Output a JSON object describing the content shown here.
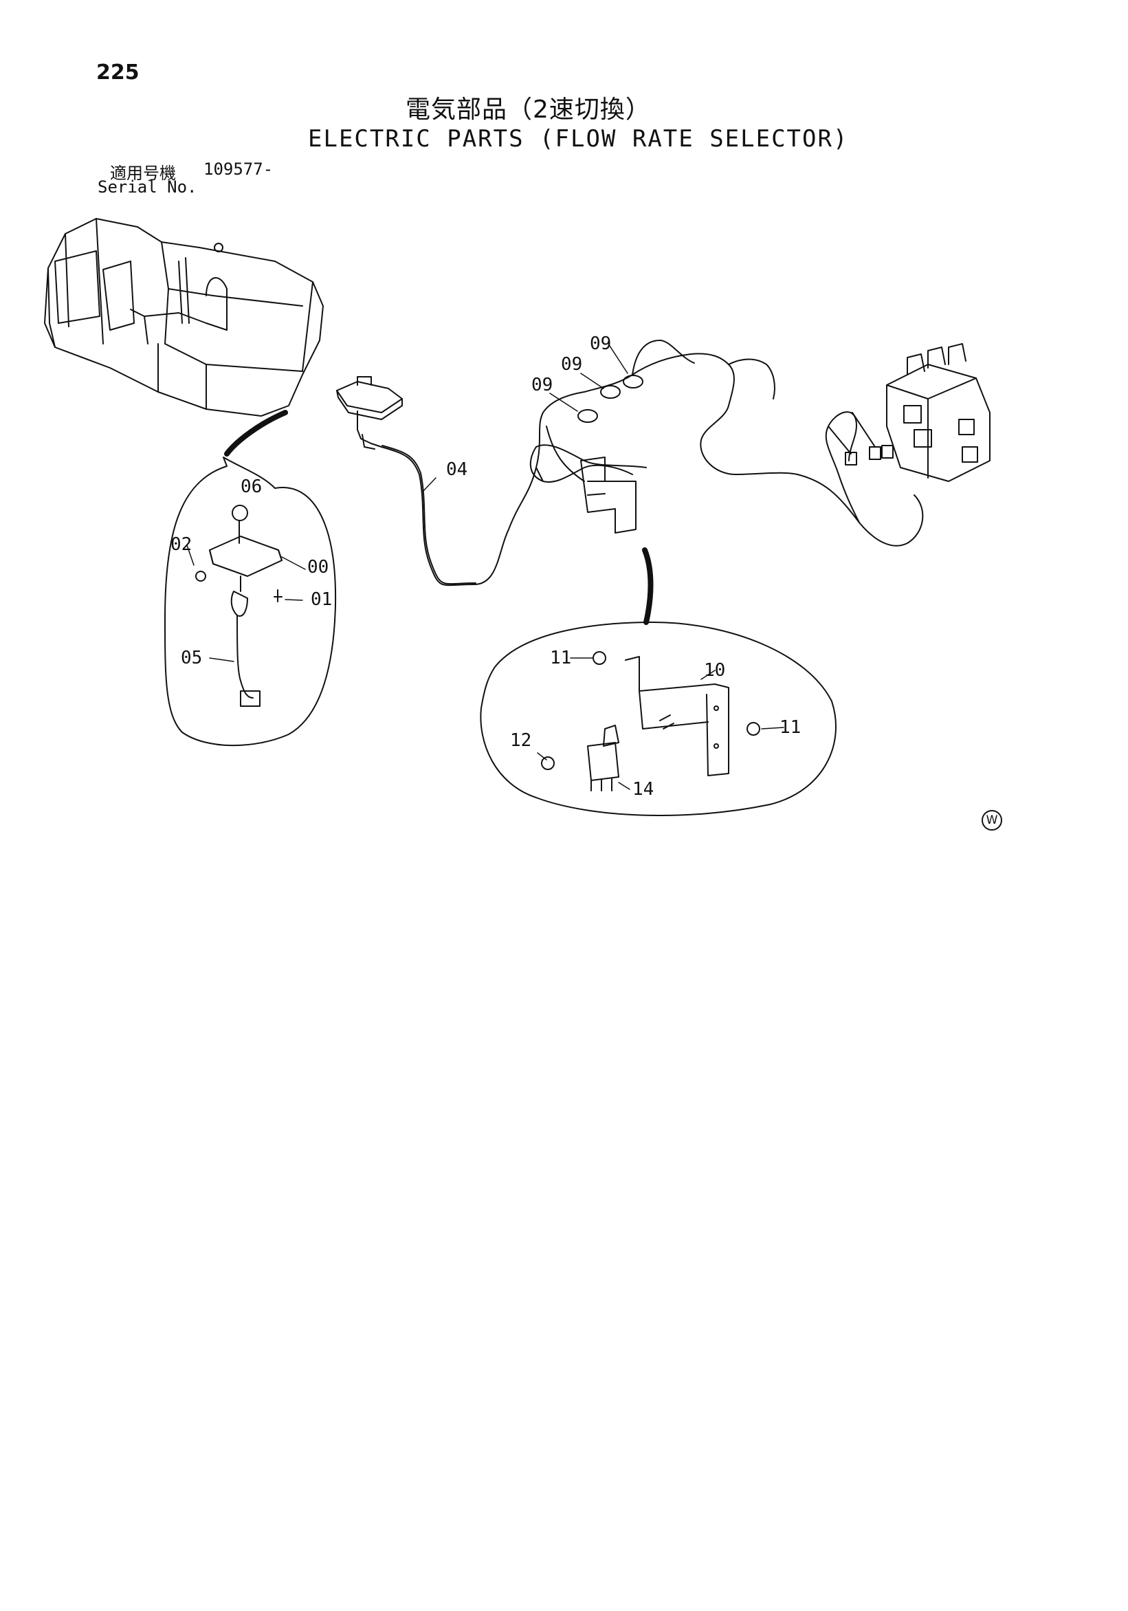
{
  "page": {
    "number": "225"
  },
  "title": {
    "ja": "電気部品（2速切換）",
    "en": "ELECTRIC PARTS (FLOW RATE SELECTOR)"
  },
  "serial": {
    "label_ja": "適用号機",
    "value": "109577-",
    "label_en": "Serial No."
  },
  "callouts": {
    "c00": "00",
    "c01": "01",
    "c02": "02",
    "c04": "04",
    "c05": "05",
    "c06": "06",
    "c09a": "09",
    "c09b": "09",
    "c09c": "09",
    "c10": "10",
    "c11a": "11",
    "c11b": "11",
    "c12": "12",
    "c14": "14"
  },
  "mark": "W",
  "colors": {
    "ink": "#111111",
    "paper": "#ffffff"
  }
}
